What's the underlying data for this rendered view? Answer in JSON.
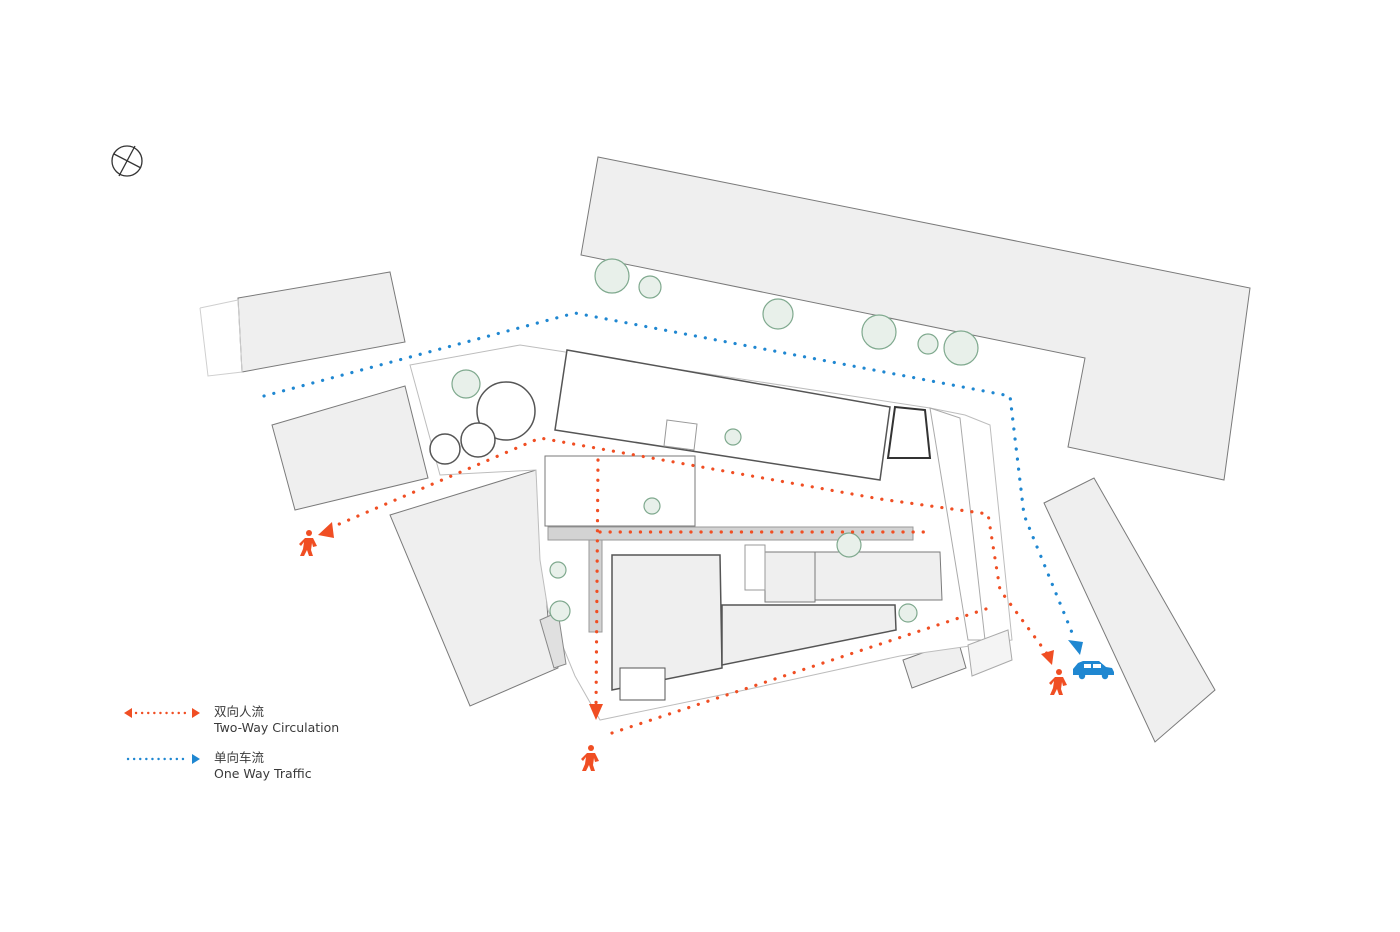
{
  "colors": {
    "pedestrian": "#f04e23",
    "vehicle": "#1f87d1",
    "building_fill": "#efefef",
    "building_stroke": "#7a7a7a",
    "tree": "#7fa98e"
  },
  "legend": {
    "two_way": {
      "cn": "双向人流",
      "en": "Two-Way Circulation"
    },
    "one_way": {
      "cn": "单向车流",
      "en": "One Way Traffic"
    }
  },
  "icons": {
    "north": "compass-icon",
    "pedestrian": "pedestrian-icon",
    "car": "car-icon"
  }
}
